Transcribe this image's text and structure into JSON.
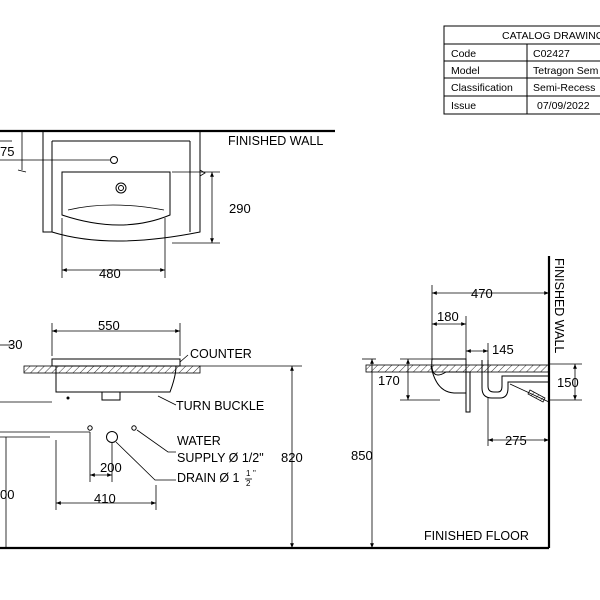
{
  "title_block": {
    "heading": "CATALOG DRAWING",
    "rows": [
      {
        "label": "Code",
        "value": "C02427"
      },
      {
        "label": "Model",
        "value": "Tetragon Sem"
      },
      {
        "label": "Classification",
        "value": "Semi-Recess"
      },
      {
        "label": "Issue",
        "value": "07/09/2022"
      }
    ]
  },
  "labels": {
    "finished_wall_top": "FINISHED WALL",
    "finished_wall_side": "FINISHED WALL",
    "counter": "COUNTER",
    "turn_buckle": "TURN BUCKLE",
    "water_supply_1": "WATER",
    "water_supply_2": "SUPPLY Ø 1/2\"",
    "drain": "DRAIN Ø 1",
    "drain_frac_num": "1",
    "drain_frac_den": "2",
    "drain_inch": "\"",
    "finished_floor": "FINISHED FLOOR"
  },
  "dimensions": {
    "top_left_partial": "75",
    "top_depth": "290",
    "top_width": "480",
    "front_width": "550",
    "front_left_partial": "30",
    "front_height": "820",
    "front_200": "200",
    "front_410": "410",
    "front_left_bottom_partial": "00",
    "side_470": "470",
    "side_180": "180",
    "side_145": "145",
    "side_170": "170",
    "side_150": "150",
    "side_850": "850",
    "side_275": "275"
  }
}
